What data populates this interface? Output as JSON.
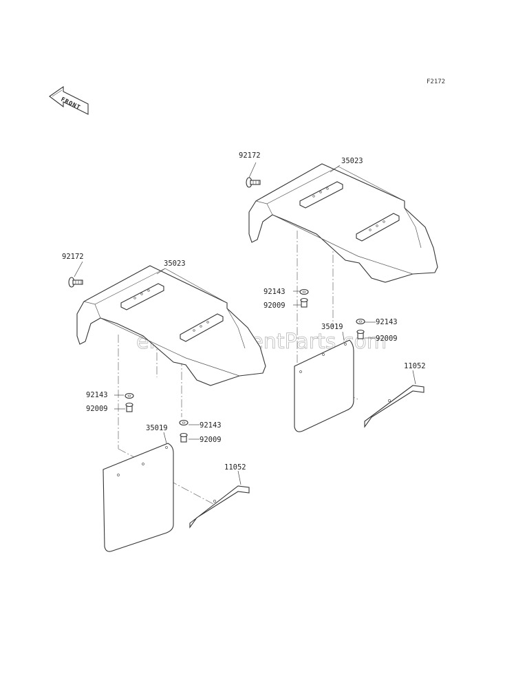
{
  "figure_id": "F2172",
  "front_label": "FRONT",
  "watermark": "eReplacementParts.com",
  "parts": {
    "left": {
      "fender": "35023",
      "clip": "92172",
      "washer_a": "92143",
      "bolt_a": "92009",
      "washer_b": "92143",
      "bolt_b": "92009",
      "mud_flap": "35019",
      "bracket": "11052"
    },
    "right": {
      "fender": "35023",
      "clip": "92172",
      "washer_a": "92143",
      "bolt_a": "92009",
      "washer_b": "92143",
      "bolt_b": "92009",
      "mud_flap": "35019",
      "bracket": "11052"
    }
  }
}
